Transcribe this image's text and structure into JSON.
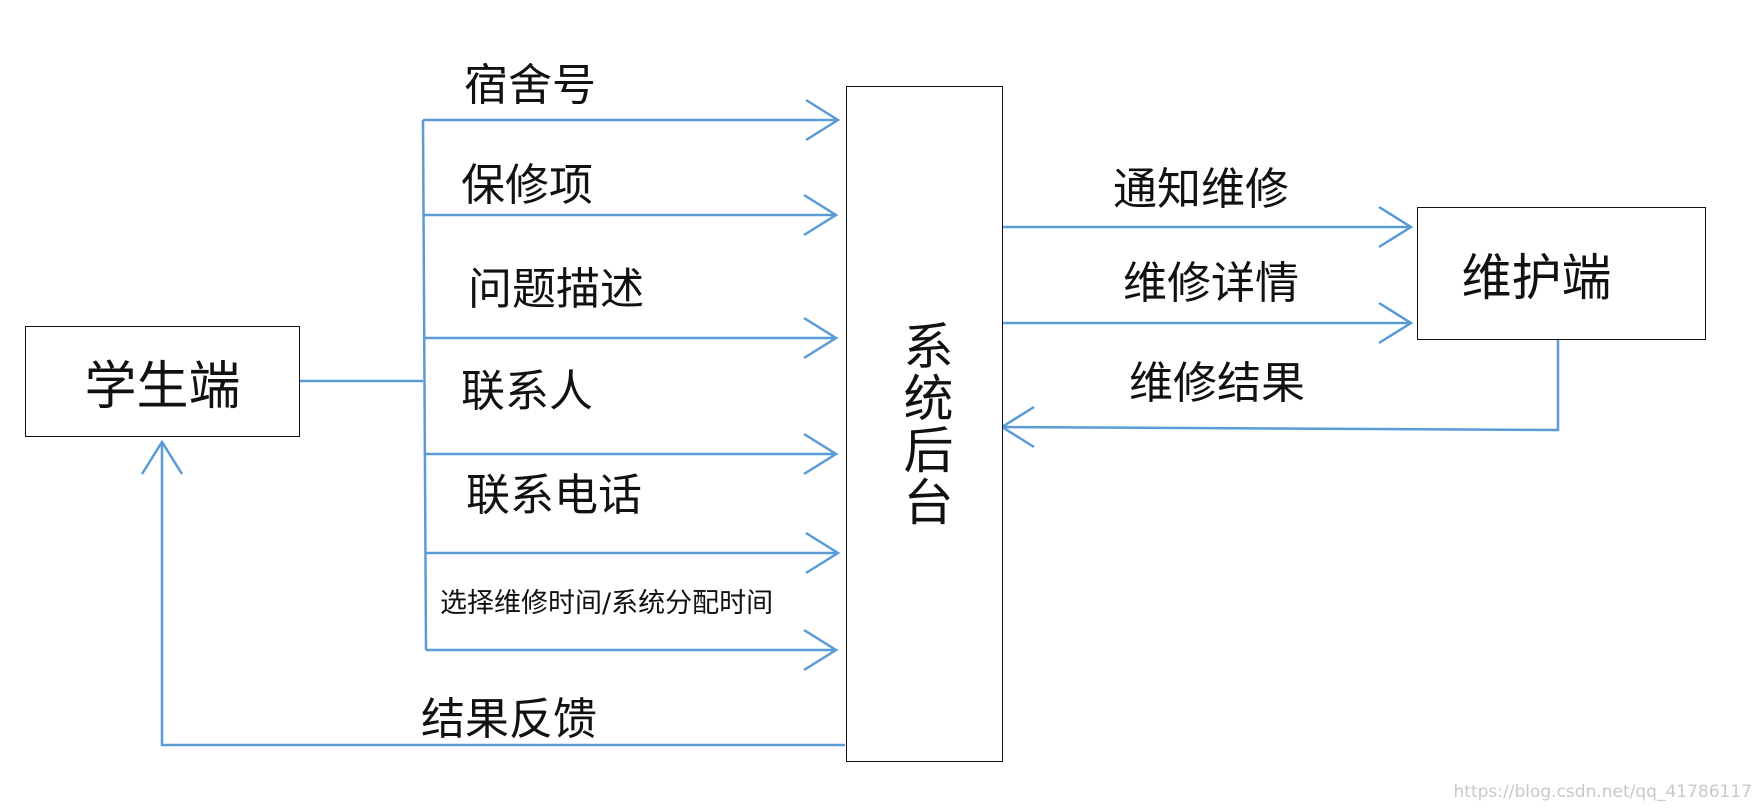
{
  "nodes": {
    "student": "学生端",
    "backend": "系统后台",
    "maintenance": "维护端"
  },
  "flows_to_backend": [
    "宿舍号",
    "保修项",
    "问题描述",
    "联系人",
    "联系电话",
    "选择维修时间/系统分配时间"
  ],
  "backend_to_maintenance": [
    "通知维修",
    "维修详情"
  ],
  "maintenance_to_backend": "维修结果",
  "backend_to_student": "结果反馈",
  "watermark": "https://blog.csdn.net/qq_41786117",
  "colors": {
    "arrow": "#5b9bd5",
    "box_border": "#111111",
    "text": "#111111"
  }
}
